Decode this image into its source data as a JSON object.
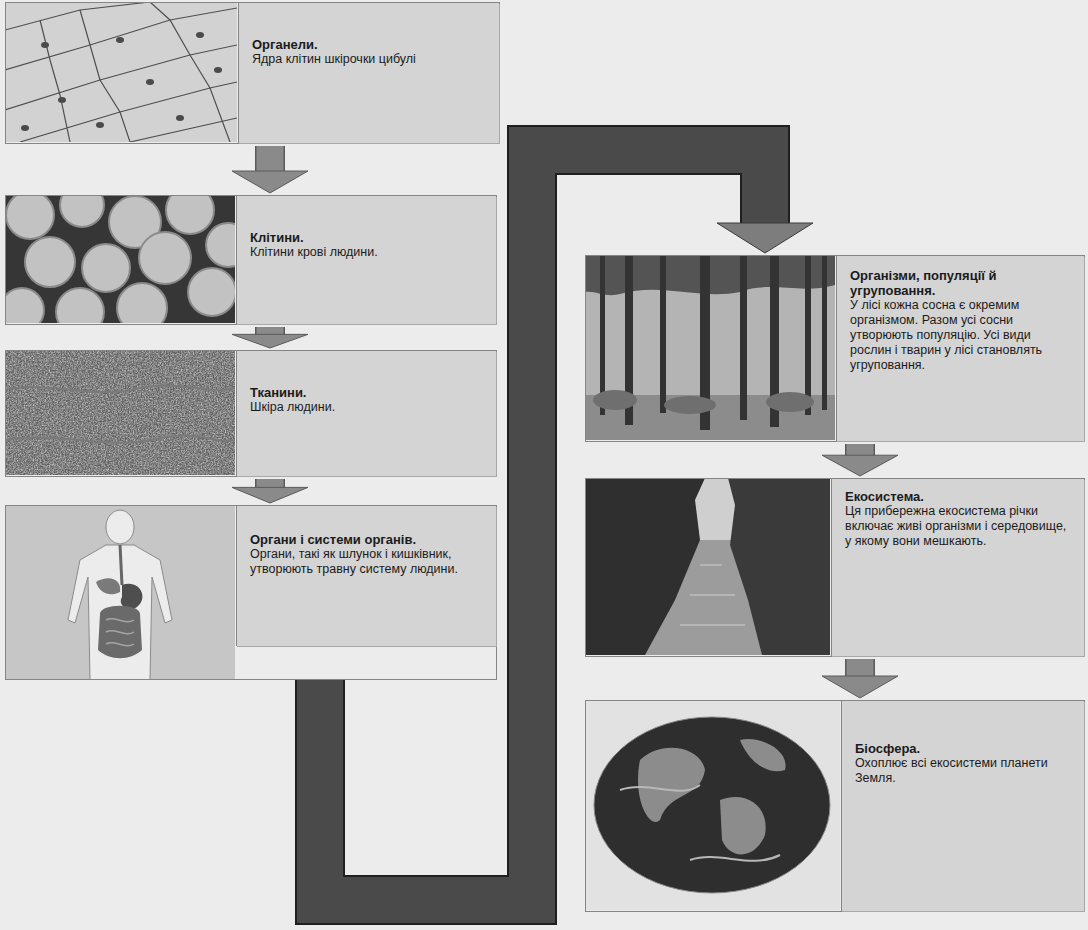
{
  "diagram": {
    "nodes": [
      {
        "text": [
          "Органели.",
          "Ядра клітин шкірочки цибулі"
        ]
      },
      {
        "text": [
          "Клітини.",
          "Клітини крові людини."
        ]
      },
      {
        "text": [
          "Тканини.",
          "Шкіра людини."
        ]
      },
      {
        "text": [
          "Органи і системи органів.",
          "Органи, такі як шлунок і кишківник, утворюють травну систему людини."
        ]
      },
      {
        "text": [
          "Організми, популяції й угруповання.",
          "У лісі кожна сосна є окремим організмом. Разом усі сосни утворюють популяцію. Усі види рослин і тварин у лісі становлять угруповання."
        ]
      },
      {
        "text": [
          "Екосистема.",
          "Ця прибережна екосистема річки включає живі організми і середовище, у якому вони мешкають."
        ]
      },
      {
        "text": [
          "Біосфера.",
          "Охоплює всі екосистеми планети Земля."
        ]
      }
    ],
    "edges": [
      {
        "from": 0,
        "to": 1,
        "arrow": "to"
      },
      {
        "from": 1,
        "to": 2,
        "arrow": "to"
      },
      {
        "from": 2,
        "to": 3,
        "arrow": "to"
      },
      {
        "from": 3,
        "to": 4,
        "arrow": "to"
      },
      {
        "from": 4,
        "to": 5,
        "arrow": "to"
      },
      {
        "from": 5,
        "to": 6,
        "arrow": "to"
      }
    ]
  }
}
